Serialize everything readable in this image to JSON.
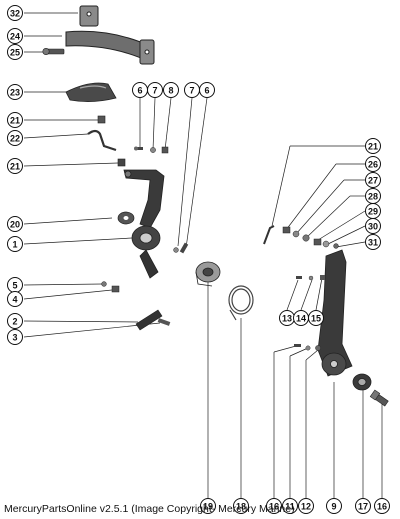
{
  "callouts": [
    "32",
    "24",
    "25",
    "23",
    "21",
    "22",
    "21",
    "20",
    "1",
    "5",
    "4",
    "2",
    "3",
    "6",
    "7",
    "8",
    "7",
    "6",
    "21",
    "26",
    "27",
    "28",
    "29",
    "30",
    "31",
    "13",
    "14",
    "15",
    "19",
    "18",
    "16",
    "11",
    "12",
    "9",
    "17",
    "16"
  ],
  "caption": "MercuryPartsOnline v2.5.1 (Image Copyright- Mercury Marine)",
  "colors": {
    "line": "#222222",
    "part_dark": "#3a3a3a",
    "part_mid": "#7a7a7a",
    "part_light": "#bdbdbd"
  }
}
